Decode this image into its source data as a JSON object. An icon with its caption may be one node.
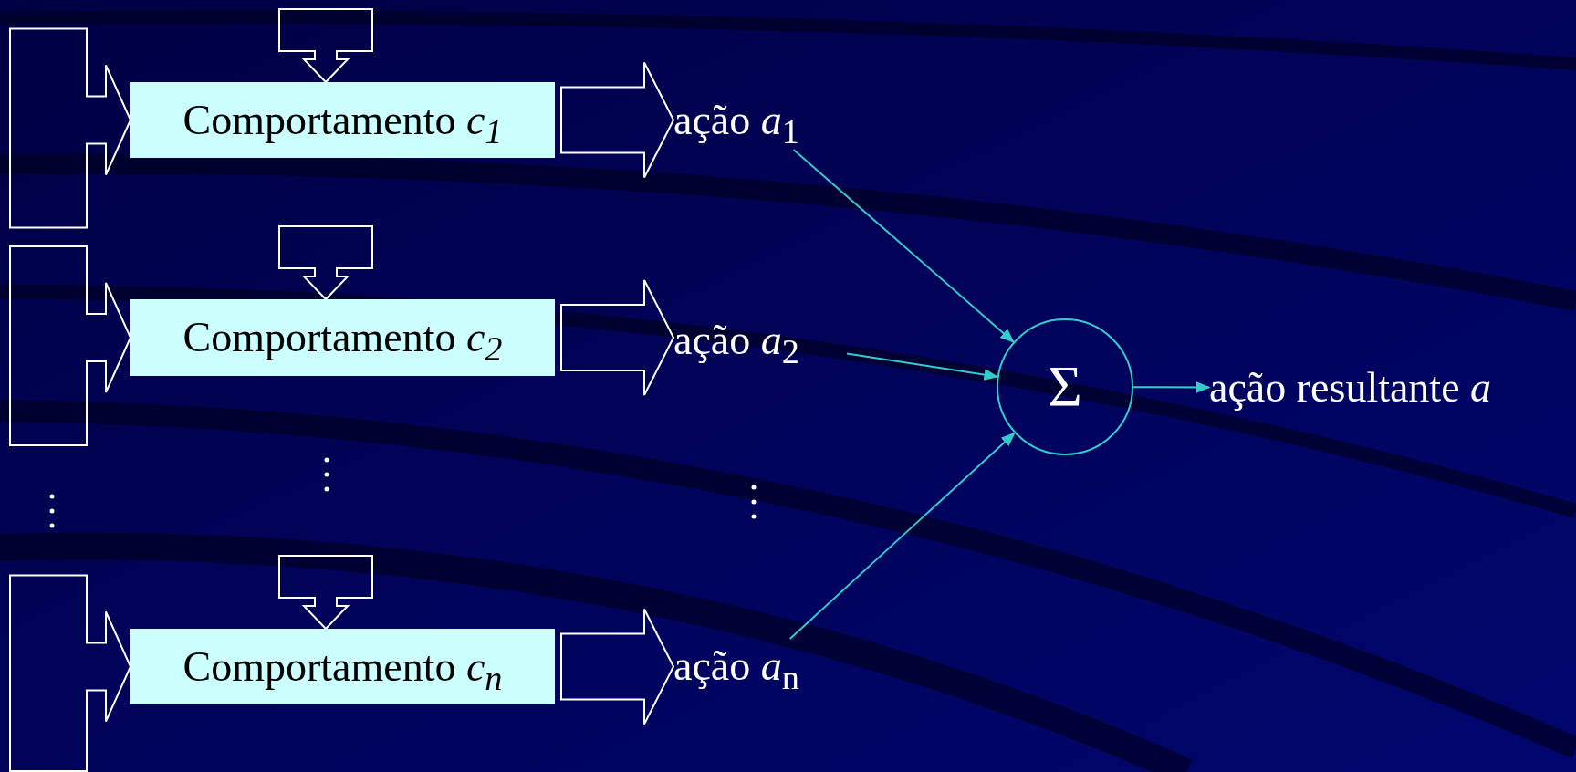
{
  "diagram": {
    "nodes": [
      {
        "text": [
          "Comportamento *c*$_{1}$"
        ]
      },
      {
        "text": [
          "Comportamento *c*$_{2}$"
        ]
      },
      {
        "text": [
          "Comportamento *c*$_{n}$"
        ]
      },
      {
        "text": [
          "ação *a*$_{1}$"
        ]
      },
      {
        "text": [
          "ação *a*$_{2}$"
        ]
      },
      {
        "text": [
          "ação *a*$_{n}$"
        ]
      },
      {
        "text": [
          "Σ"
        ]
      },
      {
        "text": [
          "ação resultante *a*"
        ]
      }
    ],
    "edges": [
      {
        "from": null,
        "to": 0,
        "arrow": "to",
        "style": "thick"
      },
      {
        "from": null,
        "to": 0,
        "arrow": "to",
        "style": "thick"
      },
      {
        "from": 0,
        "to": 3,
        "arrow": "to",
        "style": "thick"
      },
      {
        "from": null,
        "to": 1,
        "arrow": "to",
        "style": "thick"
      },
      {
        "from": null,
        "to": 1,
        "arrow": "to",
        "style": "thick"
      },
      {
        "from": 1,
        "to": 4,
        "arrow": "to",
        "style": "thick"
      },
      {
        "from": null,
        "to": 2,
        "arrow": "to",
        "style": "thick"
      },
      {
        "from": null,
        "to": 2,
        "arrow": "to",
        "style": "thick"
      },
      {
        "from": 2,
        "to": 5,
        "arrow": "to",
        "style": "thick"
      },
      {
        "from": 3,
        "to": 6,
        "arrow": "to",
        "color": "#33cccc"
      },
      {
        "from": 4,
        "to": 6,
        "arrow": "to",
        "color": "#33cccc"
      },
      {
        "from": 5,
        "to": 6,
        "arrow": "to",
        "color": "#33cccc"
      },
      {
        "from": 6,
        "to": 7,
        "arrow": "to",
        "color": "#33cccc"
      }
    ]
  }
}
